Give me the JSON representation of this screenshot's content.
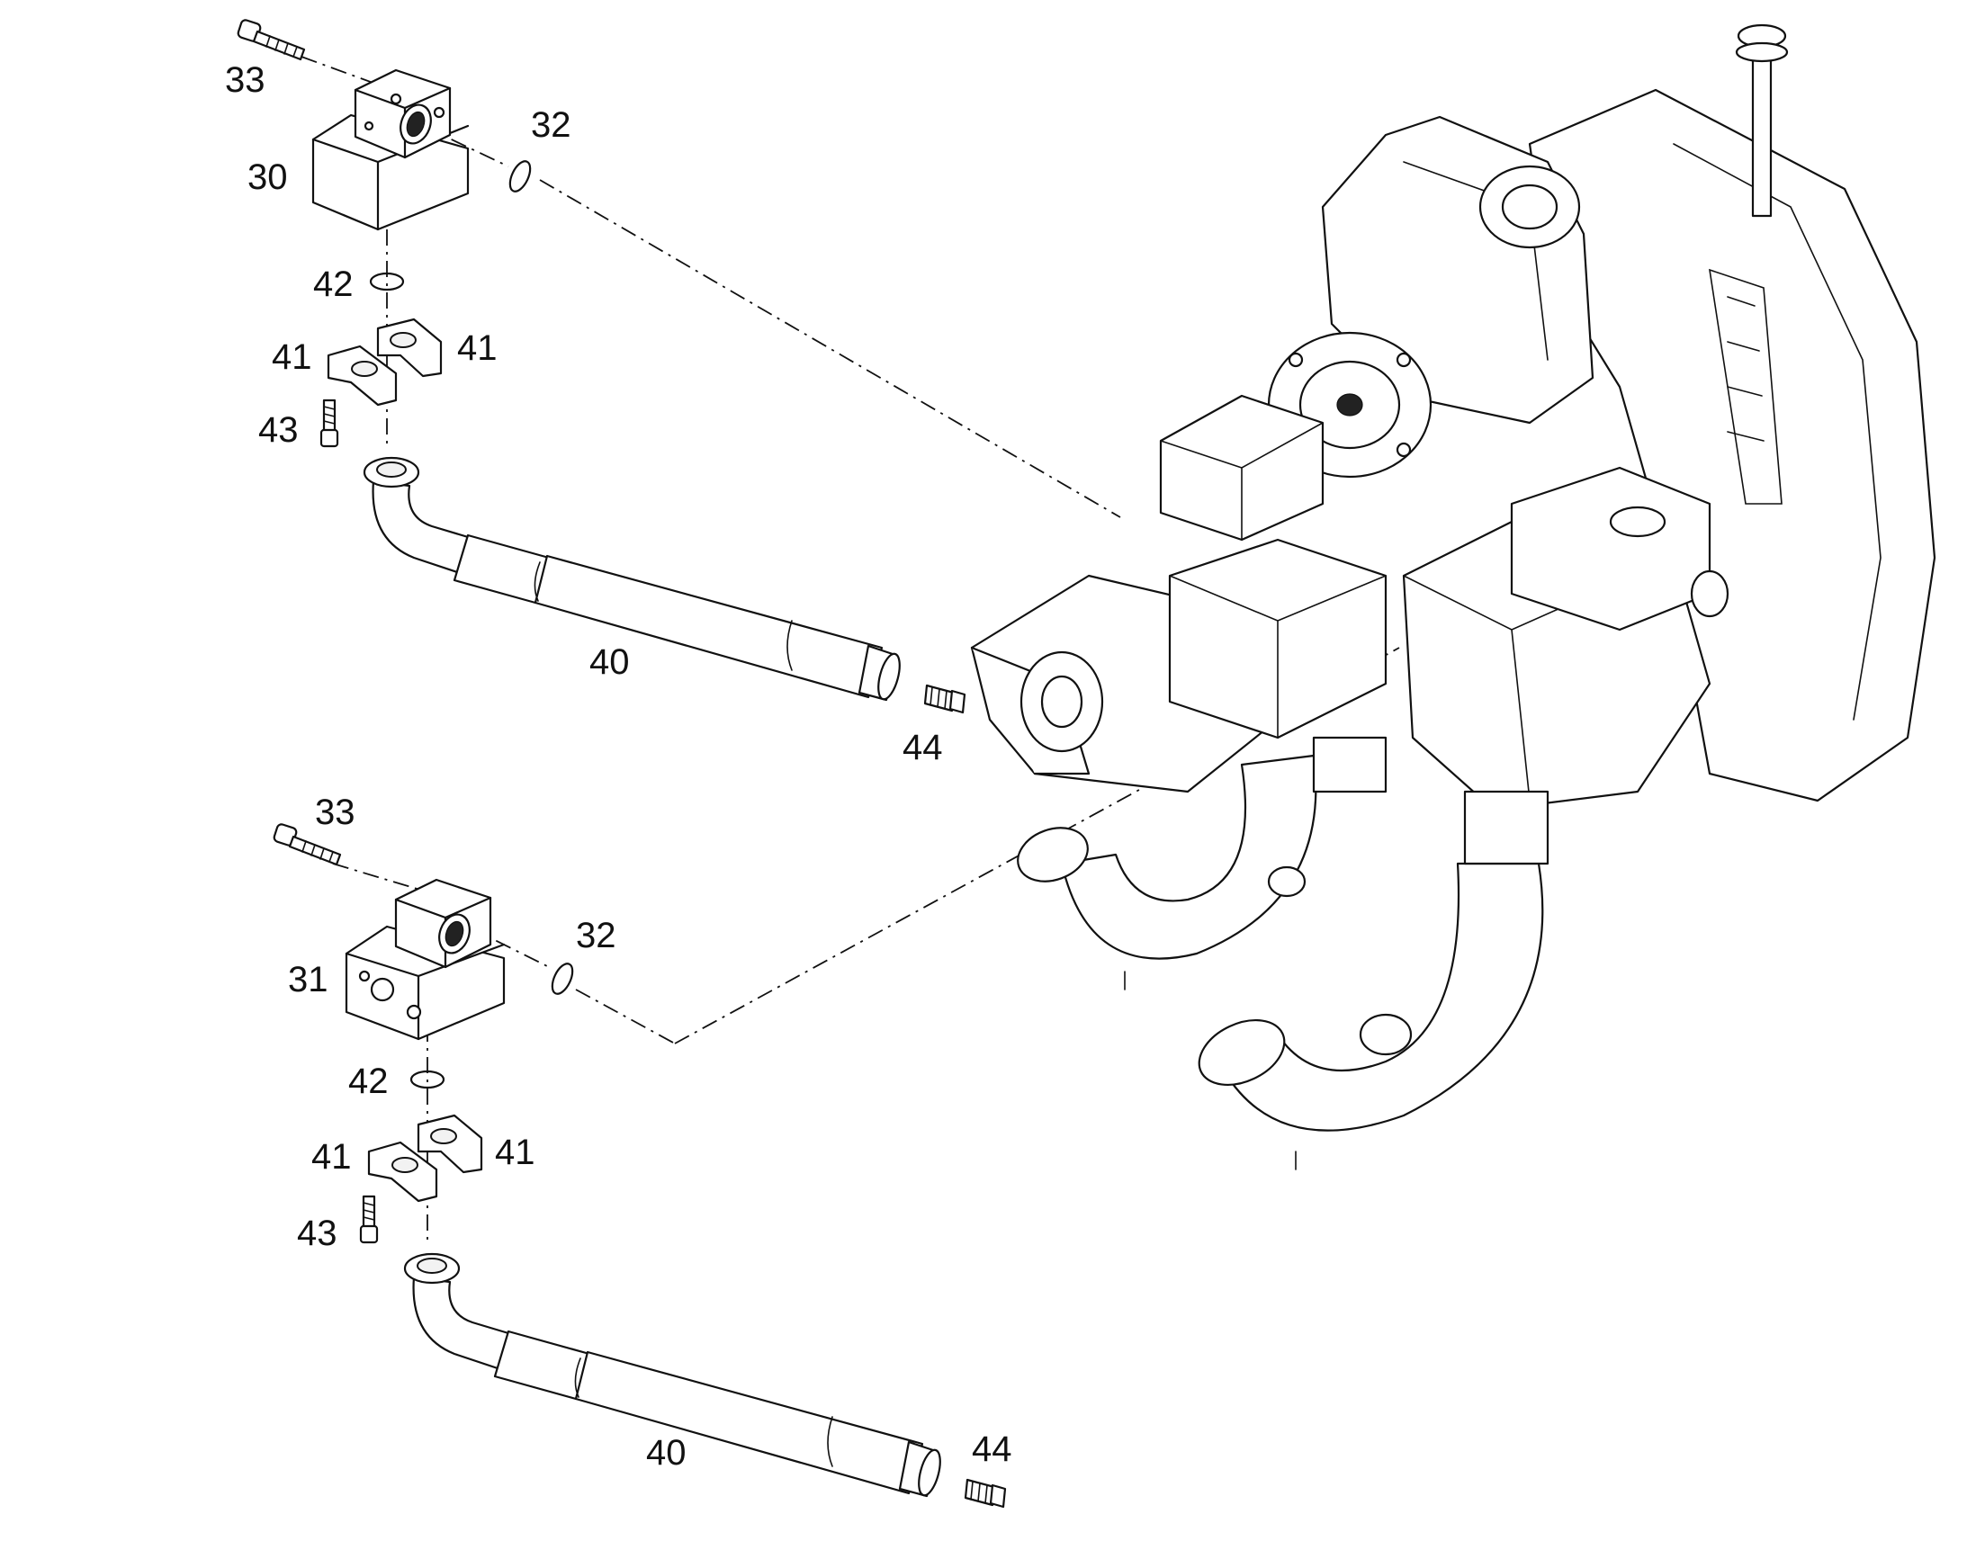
{
  "callouts": {
    "top_bolt_33": "33",
    "top_block_30": "30",
    "top_oring_32": "32",
    "top_seal_42": "42",
    "top_clamp_left_41": "41",
    "top_clamp_right_41": "41",
    "top_screw_43": "43",
    "top_pipe_40": "40",
    "top_fitting_44": "44",
    "bottom_bolt_33": "33",
    "bottom_block_31": "31",
    "bottom_oring_32": "32",
    "bottom_seal_42": "42",
    "bottom_clamp_left_41": "41",
    "bottom_clamp_right_41": "41",
    "bottom_screw_43": "43",
    "bottom_pipe_40": "40",
    "bottom_fitting_44": "44"
  },
  "colors": {
    "line": "#111111",
    "background": "#ffffff"
  }
}
